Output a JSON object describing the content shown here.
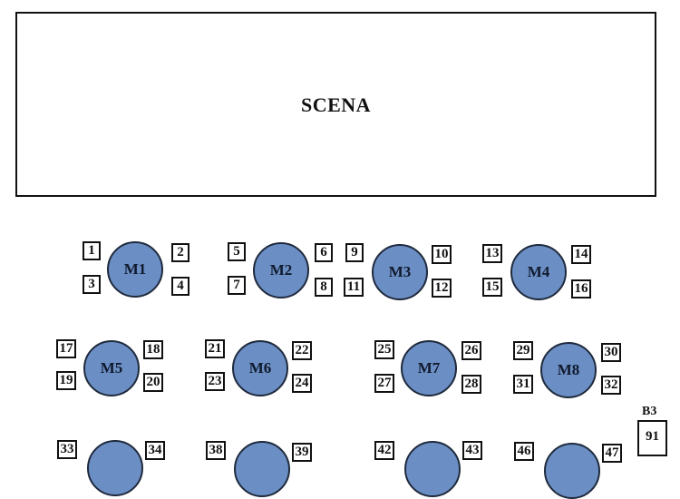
{
  "stage": {
    "label": "SCENA"
  },
  "tables": [
    {
      "label": "M1",
      "seats": [
        "1",
        "2",
        "3",
        "4"
      ]
    },
    {
      "label": "M2",
      "seats": [
        "5",
        "6",
        "7",
        "8"
      ]
    },
    {
      "label": "M3",
      "seats": [
        "9",
        "10",
        "11",
        "12"
      ]
    },
    {
      "label": "M4",
      "seats": [
        "13",
        "14",
        "15",
        "16"
      ]
    },
    {
      "label": "M5",
      "seats": [
        "17",
        "18",
        "19",
        "20"
      ]
    },
    {
      "label": "M6",
      "seats": [
        "21",
        "22",
        "23",
        "24"
      ]
    },
    {
      "label": "M7",
      "seats": [
        "25",
        "26",
        "27",
        "28"
      ]
    },
    {
      "label": "M8",
      "seats": [
        "29",
        "30",
        "31",
        "32"
      ]
    },
    {
      "label": "",
      "seats": [
        "33",
        "34"
      ]
    },
    {
      "label": "",
      "seats": [
        "38",
        "39"
      ]
    },
    {
      "label": "",
      "seats": [
        "42",
        "43"
      ]
    },
    {
      "label": "",
      "seats": [
        "46",
        "47"
      ]
    }
  ],
  "booth": {
    "label": "B3",
    "seat": "91"
  },
  "colors": {
    "table_fill": "#6b8fc4",
    "outline": "#111111"
  }
}
